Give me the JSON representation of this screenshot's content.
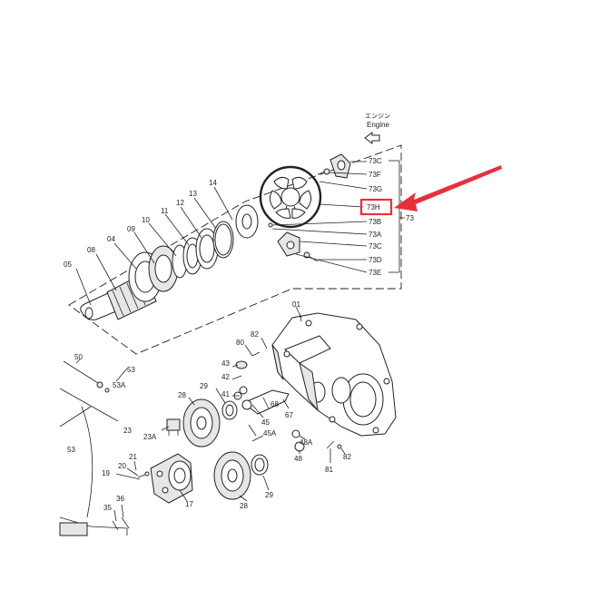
{
  "engine_label": {
    "mark": "エンジン",
    "text": "Engine"
  },
  "highlight_color": "#e8303a",
  "labels_73": [
    "73C",
    "73F",
    "73G",
    "73H",
    "73B",
    "73A",
    "73C",
    "73D",
    "73E"
  ],
  "group_label": "73",
  "parts": {
    "p01": "01",
    "p04": "04",
    "p05": "05",
    "p08": "08",
    "p09": "09",
    "p10": "10",
    "p11": "11",
    "p12": "12",
    "p13": "13",
    "p14": "14",
    "p17": "17",
    "p19": "19",
    "p20": "20",
    "p21": "21",
    "p23": "23",
    "p23A": "23A",
    "p28a": "28",
    "p28b": "28",
    "p29a": "29",
    "p29b": "29",
    "p35": "35",
    "p36": "36",
    "p41": "41",
    "p42": "42",
    "p43": "43",
    "p45": "45",
    "p45A": "45A",
    "p48": "48",
    "p48A": "48A",
    "p50": "50",
    "p53a": "53",
    "p53A": "53A",
    "p53b": "53",
    "p67": "67",
    "p68": "68",
    "p80": "80",
    "p81": "81",
    "p82a": "82",
    "p82b": "82"
  }
}
